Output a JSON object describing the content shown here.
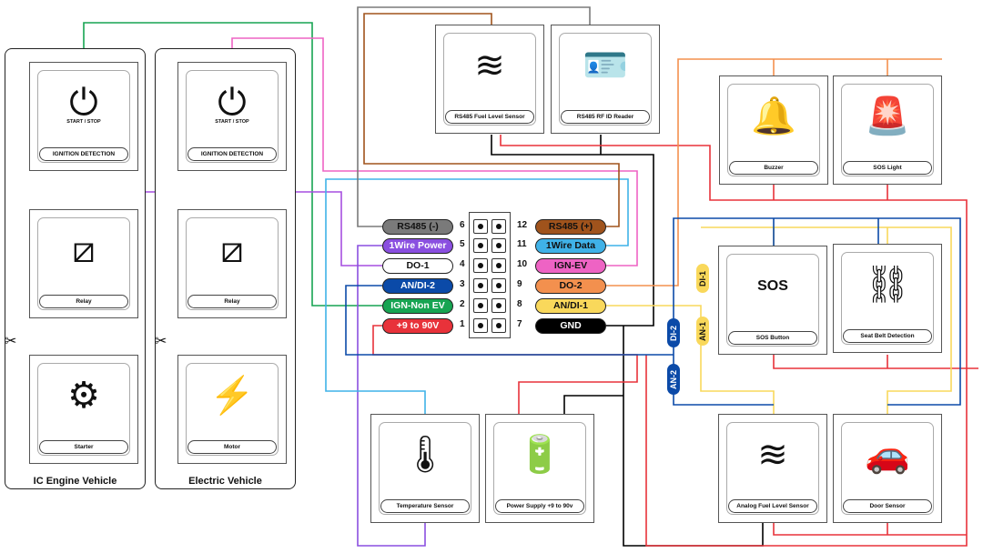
{
  "panels": {
    "ic": "IC Engine Vehicle",
    "ev": "Electric Vehicle"
  },
  "cards": {
    "ic_ignition": "IGNITION DETECTION",
    "ic_relay": "Relay",
    "ic_starter": "Starter",
    "ev_ignition": "IGNITION DETECTION",
    "ev_relay": "Relay",
    "ev_motor": "Motor",
    "fuel_rs485": "RS485 Fuel Level Sensor",
    "rfid": "RS485 RF ID Reader",
    "buzzer": "Buzzer",
    "sos_light": "SOS Light",
    "sos_button": "SOS Button",
    "seat_belt": "Seat Belt Detection",
    "temperature": "Temperature Sensor",
    "power_supply": "Power Supply +9 to 90v",
    "analog_fuel": "Analog Fuel Level Sensor",
    "door": "Door Sensor"
  },
  "icon_text": {
    "start_stop": "START / STOP",
    "sos": "SOS"
  },
  "connector": {
    "left": [
      {
        "pin": "6",
        "label": "RS485 (-)",
        "color": "#7a7a7a"
      },
      {
        "pin": "5",
        "label": "1Wire Power",
        "color": "#8a4fe0"
      },
      {
        "pin": "4",
        "label": "DO-1",
        "color": "#ffffff"
      },
      {
        "pin": "3",
        "label": "AN/DI-2",
        "color": "#0b4aa8"
      },
      {
        "pin": "2",
        "label": "IGN-Non EV",
        "color": "#17a452"
      },
      {
        "pin": "1",
        "label": "+9 to 90V",
        "color": "#e8323a"
      }
    ],
    "right": [
      {
        "pin": "12",
        "label": "RS485 (+)",
        "color": "#a0531c"
      },
      {
        "pin": "11",
        "label": "1Wire Data",
        "color": "#3fb2e8"
      },
      {
        "pin": "10",
        "label": "IGN-EV",
        "color": "#ee63c4"
      },
      {
        "pin": "9",
        "label": "DO-2",
        "color": "#f3904e"
      },
      {
        "pin": "8",
        "label": "AN/DI-1",
        "color": "#f9d85b"
      },
      {
        "pin": "7",
        "label": "GND",
        "color": "#000000"
      }
    ]
  },
  "tags": {
    "di1": "DI-1",
    "an1": "AN-1",
    "di2": "DI-2",
    "an2": "AN-2"
  }
}
